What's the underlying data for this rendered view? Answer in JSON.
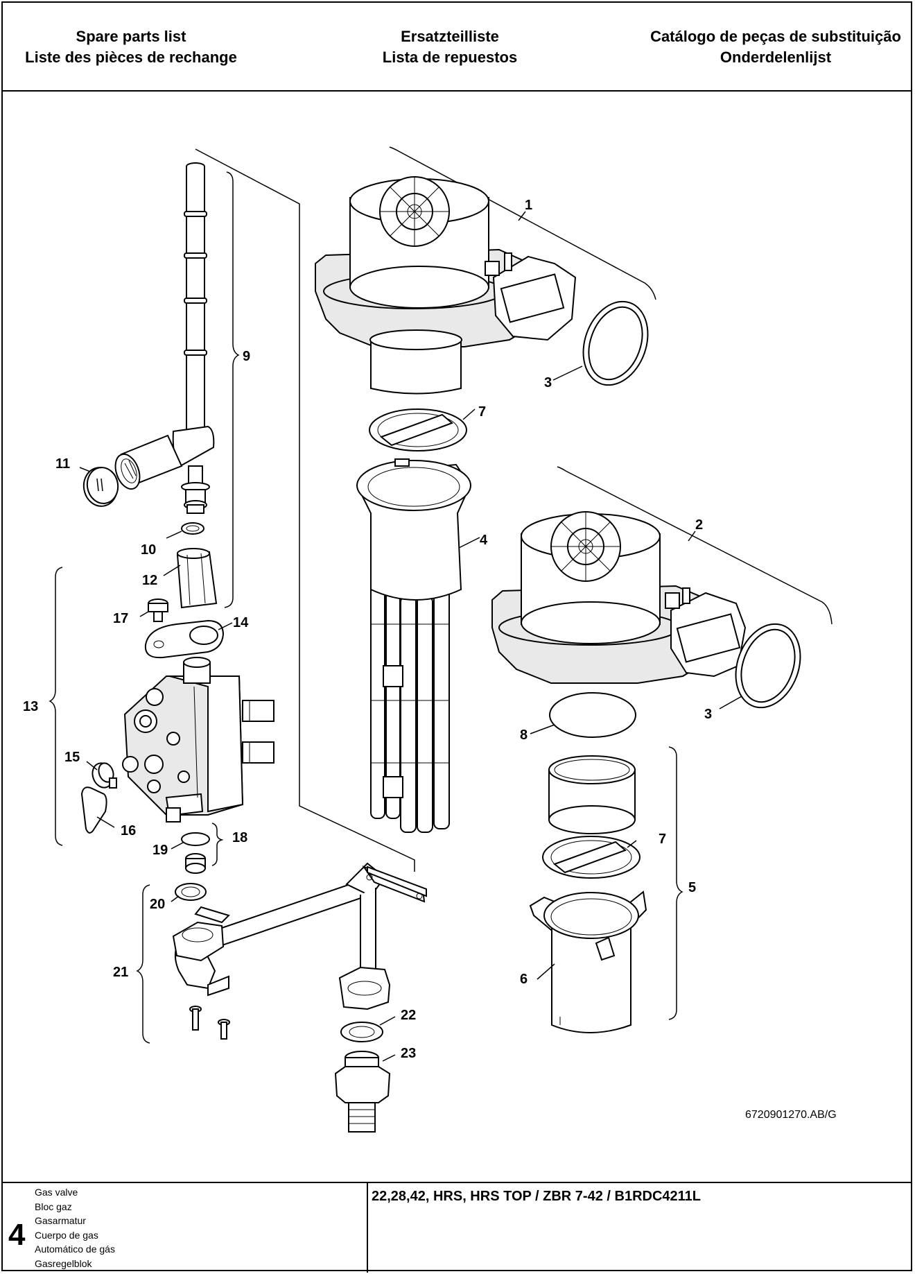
{
  "header": {
    "col1": [
      "Spare parts list",
      "Liste des pièces de rechange"
    ],
    "col2": [
      "Ersatzteilliste",
      "Lista de repuestos"
    ],
    "col3": [
      "Catálogo de peças de substituição",
      "Onderdelenlijst"
    ]
  },
  "diagram": {
    "callouts": [
      "1",
      "2",
      "3",
      "3",
      "4",
      "5",
      "6",
      "7",
      "7",
      "8",
      "9",
      "10",
      "11",
      "12",
      "13",
      "14",
      "15",
      "16",
      "17",
      "18",
      "19",
      "20",
      "21",
      "22",
      "23"
    ],
    "drawing_code": "6720901270.AB/G"
  },
  "footer": {
    "number": "4",
    "names": [
      "Gas valve",
      "Bloc gaz",
      "Gasarmatur",
      "Cuerpo de gas",
      "Automático de gás",
      "Gasregelblok"
    ],
    "model": "22,28,42, HRS, HRS TOP / ZBR 7-42 / B1RDC4211L"
  }
}
